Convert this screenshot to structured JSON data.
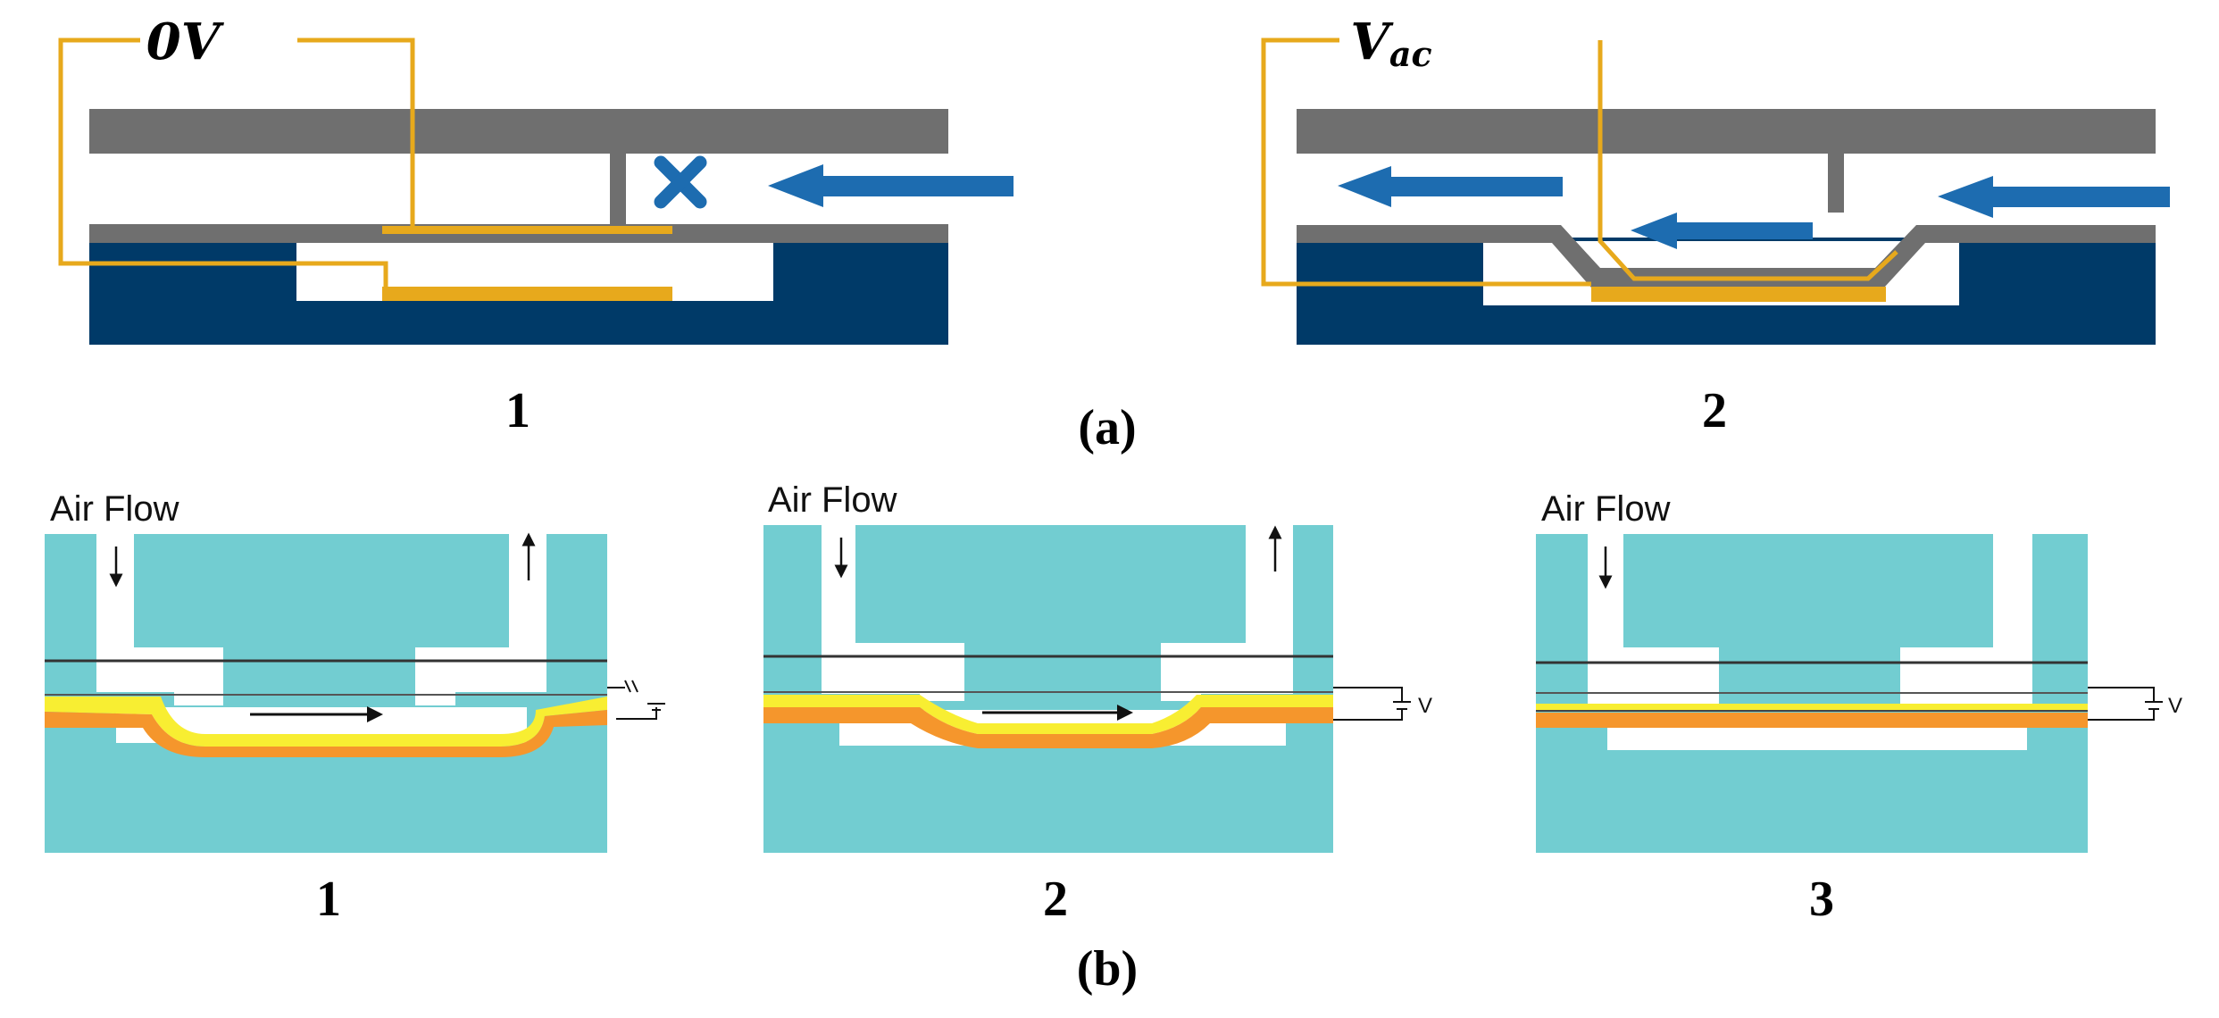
{
  "figure_a": {
    "label": "(a)",
    "panels": [
      {
        "number": "1",
        "voltage_label": "0V"
      },
      {
        "number": "2",
        "voltage_label": "V",
        "voltage_subscript": "ac"
      }
    ]
  },
  "figure_b": {
    "label": "(b)",
    "panels": [
      {
        "number": "1",
        "air_flow_label": "Air Flow"
      },
      {
        "number": "2",
        "air_flow_label": "Air Flow",
        "source_label": "V"
      },
      {
        "number": "3",
        "air_flow_label": "Air Flow",
        "source_label": "V"
      }
    ]
  },
  "colors": {
    "substrate": "#003a68",
    "membrane": "#6f6f6f",
    "electrode": "#e7a91c",
    "flow_arrow": "#1d6cb0",
    "block_fill": "#72cdd1",
    "yellow_layer": "#f8ee32",
    "orange_layer": "#f5962c"
  }
}
